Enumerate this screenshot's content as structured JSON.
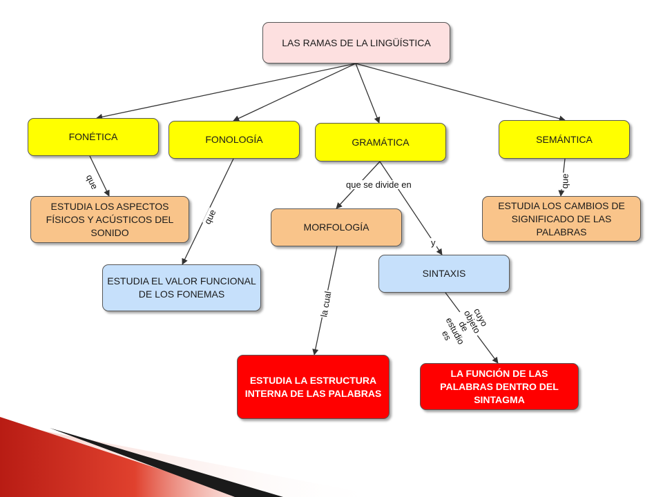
{
  "nodes": {
    "root": "LAS  RAMAS DE LA LINGÜÍSTICA",
    "fonetica": "FONÉTICA",
    "fonologia": "FONOLOGÍA",
    "gramatica": "GRAMÁTICA",
    "semantica": "SEMÁNTICA",
    "fonetica_def": "ESTUDIA LOS ASPECTOS FÍSICOS Y ACÚSTICOS DEL SONIDO",
    "fonologia_def": "ESTUDIA EL VALOR FUNCIONAL DE LOS FONEMAS",
    "morfologia": "MORFOLOGÍA",
    "sintaxis": "SINTAXIS",
    "semantica_def": "ESTUDIA LOS CAMBIOS DE SIGNIFICADO DE LAS PALABRAS",
    "morfologia_def": "ESTUDIA LA ESTRUCTURA INTERNA DE LAS PALABRAS",
    "sintaxis_def": "LA FUNCIÓN DE  LAS PALABRAS DENTRO DEL SINTAGMA"
  },
  "links": {
    "que_fonetica": "que",
    "que_fonologia": "que",
    "que_se_divide_en": "que se divide en",
    "y": "y",
    "que_semantica": "que",
    "la_cual": "la cual",
    "cuyo_objeto_de_estudio_es": "cuyo\nobjeto\nde\nestudio\nes"
  },
  "colors": {
    "root": "#fde0e0",
    "branch": "#ffff00",
    "definition_orange": "#f9c48a",
    "definition_blue": "#c6e0fb",
    "definition_red": "#ff0000",
    "corner_accent": "#c0201a"
  }
}
